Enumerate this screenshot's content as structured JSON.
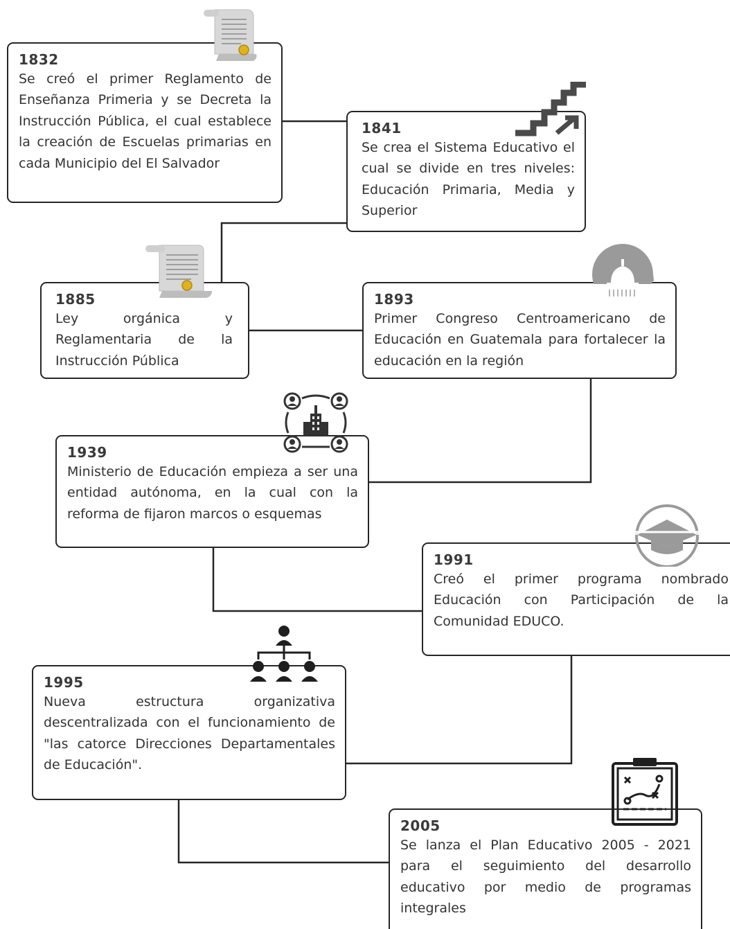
{
  "events": [
    {
      "year": "1832",
      "text": "Se creó el primer Reglamento de Enseñanza Primeria y se Decreta la Instrucción Pública, el cual establece la creación de Escuelas primarias en cada Municipio del El Salvador",
      "icon": "scroll-icon"
    },
    {
      "year": "1841",
      "text": "Se crea el Sistema Educativo el cual se divide en tres niveles: Educación Primaria, Media y Superior",
      "icon": "stairs-arrow-icon"
    },
    {
      "year": "1885",
      "text": "Ley orgánica y Reglamentaria de la Instrucción Pública",
      "icon": "scroll-icon"
    },
    {
      "year": "1893",
      "text": "Primer Congreso Centroamericano de Educación en Guatemala para fortalecer la educación en la región",
      "icon": "capitol-icon"
    },
    {
      "year": "1939",
      "text": "Ministerio de Educación empieza a ser una entidad autónoma, en la cual con la reforma de fijaron marcos o esquemas",
      "icon": "ministry-network-icon"
    },
    {
      "year": "1991",
      "text": "Creó el primer programa nombrado Educación con Participación de la Comunidad EDUCO.",
      "icon": "graduation-cap-icon"
    },
    {
      "year": "1995",
      "text": "Nueva estructura organizativa descentralizada con el funcionamiento de \"las catorce Direcciones Departamentales de Educación\".",
      "icon": "org-chart-icon"
    },
    {
      "year": "2005",
      "text": "Se lanza el Plan Educativo 2005 - 2021 para el seguimiento del desarrollo educativo por medio de programas integrales",
      "icon": "strategy-clipboard-icon"
    }
  ],
  "colors": {
    "border": "#262626",
    "icon_gray": "#9a9a9a",
    "text": "#333333"
  }
}
